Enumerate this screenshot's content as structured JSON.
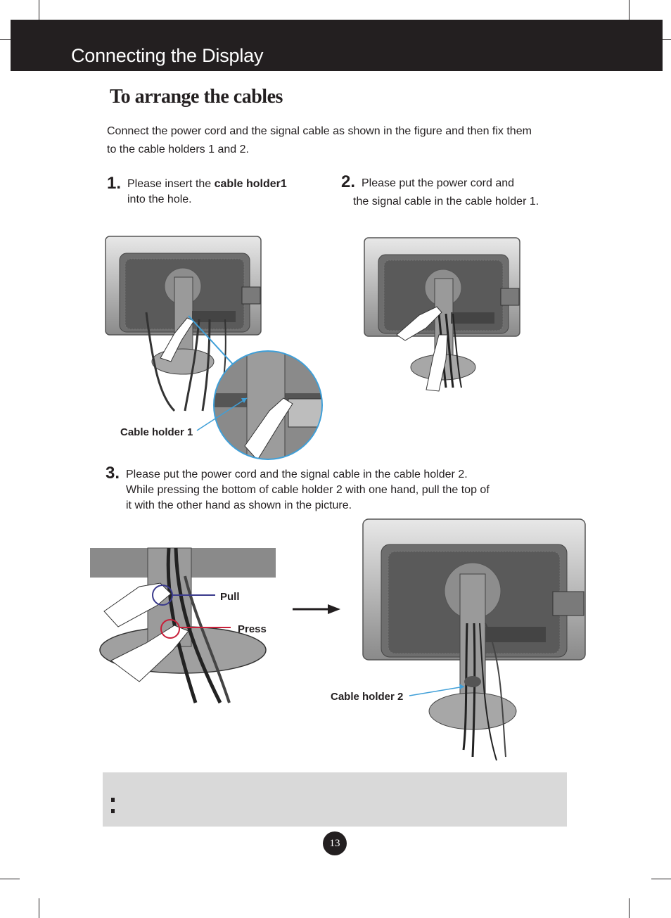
{
  "header": {
    "title": "Connecting the Display"
  },
  "section": {
    "title": "To arrange the cables",
    "intro_line1": "Connect the power cord and the signal cable as shown in the figure and then fix them",
    "intro_line2": "to the cable holders 1 and 2."
  },
  "steps": [
    {
      "number": "1.",
      "text_before": "Please insert the ",
      "text_bold": "cable holder1",
      "text_line2": "into the hole."
    },
    {
      "number": "2.",
      "text_line1": "Please put the power cord and",
      "text_line2": "the signal cable in the cable holder 1."
    },
    {
      "number": "3.",
      "text_line1": "Please put the power cord and the signal cable in the cable holder 2.",
      "text_line2": "While pressing the bottom of cable holder 2 with one hand, pull the top of",
      "text_line3": "it with the other hand as shown in the picture."
    }
  ],
  "labels": {
    "cable_holder_1": "Cable holder 1",
    "cable_holder_2": "Cable holder 2",
    "pull": "Pull",
    "press": "Press"
  },
  "page_number": "13",
  "colors": {
    "header_bg": "#231f20",
    "note_bg": "#d9d9d9",
    "callout_blue": "#3f9fd8",
    "pull_line": "#3a3a8c",
    "press_line": "#c8203a"
  }
}
